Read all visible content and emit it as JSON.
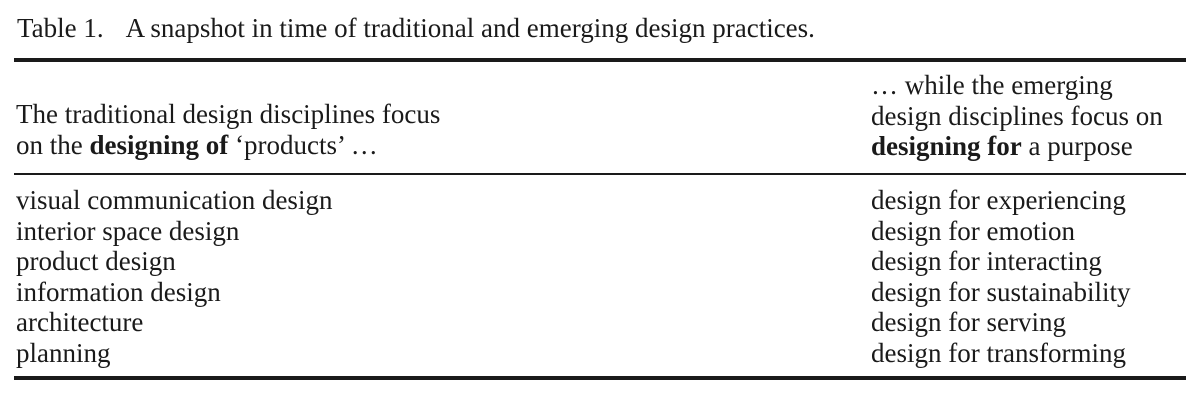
{
  "table": {
    "caption_number": "Table 1.",
    "caption_text": "A snapshot in time of traditional and emerging design practices.",
    "header_left": {
      "line1": "The traditional design disciplines focus",
      "line2_prefix": "on the ",
      "line2_bold": "designing of",
      "line2_suffix": " ‘products’ …"
    },
    "header_right": {
      "line1": "… while the emerging",
      "line2": "design disciplines focus on",
      "line3_bold": "designing for",
      "line3_suffix": " a purpose"
    },
    "traditional": [
      "visual communication design",
      "interior space design",
      "product design",
      "information design",
      "architecture",
      "planning"
    ],
    "emerging": [
      "design for experiencing",
      "design for emotion",
      "design for interacting",
      "design for sustainability",
      "design for serving",
      "design for transforming"
    ]
  }
}
